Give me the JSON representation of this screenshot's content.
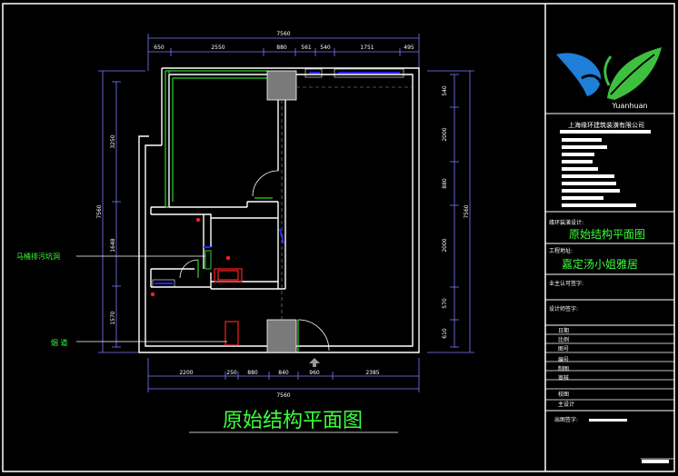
{
  "drawing": {
    "main_title": "原始结构平面图",
    "label_toilet": "马桶排污坑洞",
    "label_flue": "烟 道"
  },
  "dimensions": {
    "top_total": "7560",
    "top_segments": [
      "650",
      "2550",
      "880",
      "561",
      "540",
      "1751",
      "495"
    ],
    "bottom_total": "7560",
    "bottom_segments": [
      "2200",
      "250",
      "880",
      "840",
      "960",
      "2385"
    ],
    "left_total": "7560",
    "left_segments": [
      "3250",
      "1648",
      "1570"
    ],
    "right_total": "7560",
    "right_segments": [
      "540",
      "2000",
      "880",
      "2000",
      "570",
      "610"
    ]
  },
  "title_block": {
    "logo_text": "Yuanhuan",
    "company": "上海缘环建筑装潢有限公司",
    "designer_label": "缘环装潢设计:",
    "drawing_name": "原始结构平面图",
    "project_label": "工程地址:",
    "project_name": "嘉定汤小姐雅居",
    "owner_label": "业主认可签字:",
    "sign_label": "设计师签字:",
    "rows": [
      "日期",
      "比例",
      "图号",
      "编号",
      "制图",
      "审核",
      "校图",
      "主设计"
    ],
    "issue_label": "出图签字:"
  },
  "colors": {
    "wall": "#ffffff",
    "dim": "#7b7bff",
    "window": "#2222ff",
    "green": "#2bd42b",
    "red": "#ff2020",
    "text_green": "#3cff3c",
    "border": "#ffffff"
  }
}
